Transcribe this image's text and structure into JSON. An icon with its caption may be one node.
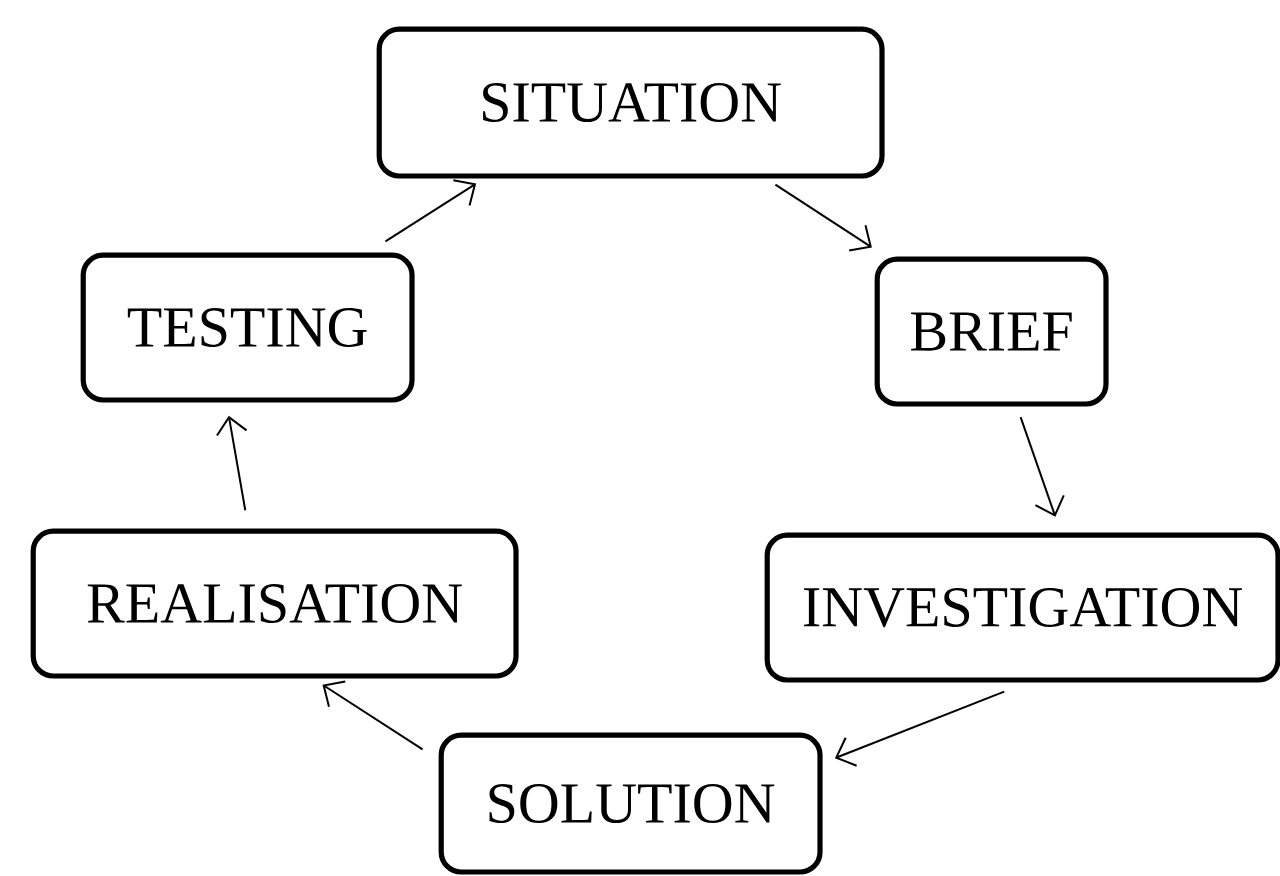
{
  "diagram": {
    "nodes": [
      {
        "text": [
          "SITUATION"
        ]
      },
      {
        "text": [
          "BRIEF"
        ]
      },
      {
        "text": [
          "INVESTIGATION"
        ]
      },
      {
        "text": [
          "SOLUTION"
        ]
      },
      {
        "text": [
          "REALISATION"
        ]
      },
      {
        "text": [
          "TESTING"
        ]
      }
    ],
    "edges": [
      {
        "from": 0,
        "to": 1,
        "arrow": "to"
      },
      {
        "from": 1,
        "to": 2,
        "arrow": "to"
      },
      {
        "from": 2,
        "to": 3,
        "arrow": "to"
      },
      {
        "from": 3,
        "to": 4,
        "arrow": "to"
      },
      {
        "from": 4,
        "to": 5,
        "arrow": "to"
      },
      {
        "from": 5,
        "to": 0,
        "arrow": "to"
      }
    ]
  }
}
